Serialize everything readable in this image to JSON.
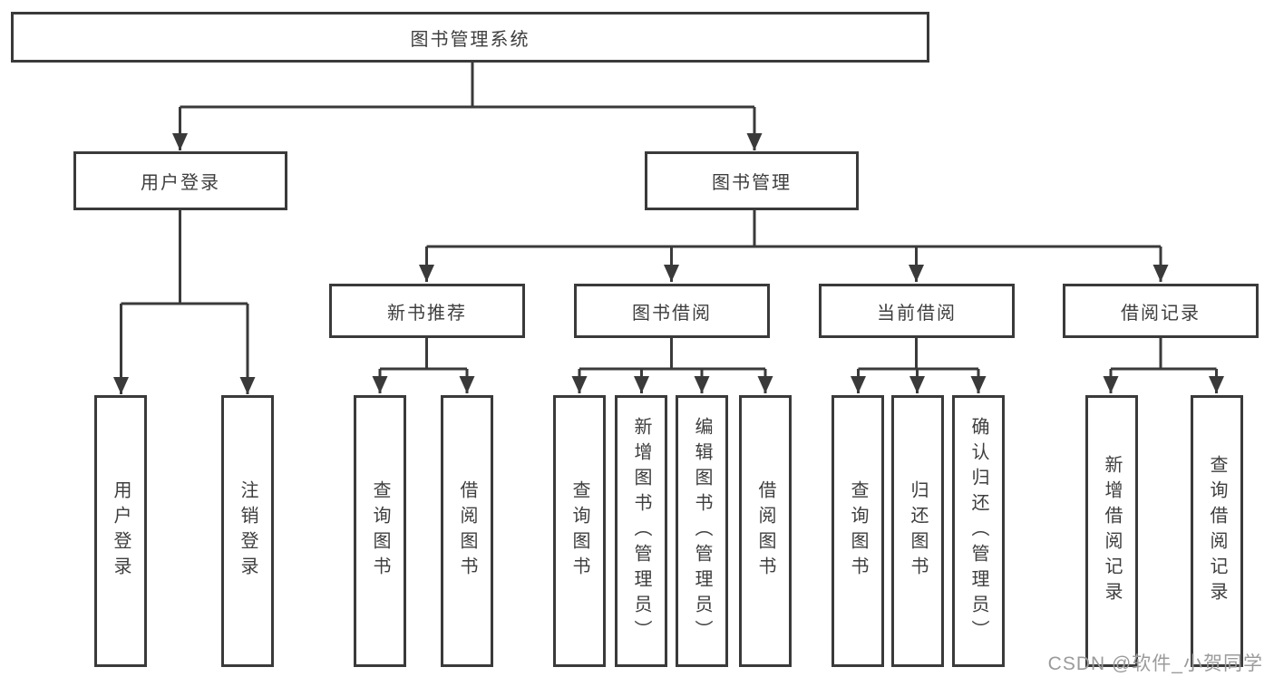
{
  "diagram": {
    "root": "图书管理系统",
    "level2": [
      {
        "label": "用户登录",
        "leaves": [
          "用户登录",
          "注销登录"
        ]
      },
      {
        "label": "图书管理",
        "groups": [
          {
            "label": "新书推荐",
            "leaves": [
              "查询图书",
              "借阅图书"
            ]
          },
          {
            "label": "图书借阅",
            "leaves": [
              "查询图书",
              "新增图书（管理员）",
              "编辑图书（管理员）",
              "借阅图书"
            ]
          },
          {
            "label": "当前借阅",
            "leaves": [
              "查询图书",
              "归还图书",
              "确认归还（管理员）"
            ]
          },
          {
            "label": "借阅记录",
            "leaves": [
              "新增借阅记录",
              "查询借阅记录"
            ]
          }
        ]
      }
    ]
  },
  "watermark": "CSDN @软件_小贺同学",
  "colors": {
    "line": "#3a3a3a",
    "text": "#3e3e3e",
    "watermark": "#9b9b9b",
    "node_bg": "#ffffff",
    "background": "#ffffff"
  }
}
